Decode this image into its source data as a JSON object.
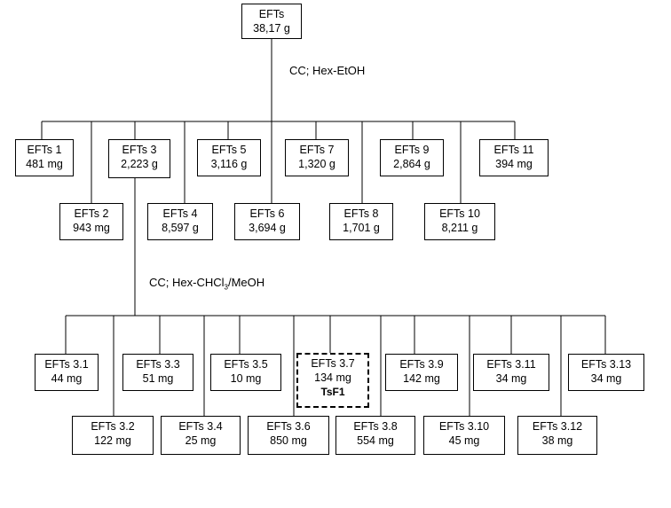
{
  "root": {
    "name": "EFTs",
    "mass": "38,17 g"
  },
  "step1": {
    "method": "CC; Hex-EtOH"
  },
  "step2": {
    "method_prefix": "CC; Hex-CHCl",
    "method_sub": "3",
    "method_suffix": "/MeOH"
  },
  "fractions": [
    {
      "name": "EFTs 1",
      "mass": "481 mg"
    },
    {
      "name": "EFTs 2",
      "mass": "943 mg"
    },
    {
      "name": "EFTs 3",
      "mass": "2,223 g"
    },
    {
      "name": "EFTs 4",
      "mass": "8,597 g"
    },
    {
      "name": "EFTs 5",
      "mass": "3,116 g"
    },
    {
      "name": "EFTs 6",
      "mass": "3,694 g"
    },
    {
      "name": "EFTs 7",
      "mass": "1,320 g"
    },
    {
      "name": "EFTs 8",
      "mass": "1,701 g"
    },
    {
      "name": "EFTs 9",
      "mass": "2,864 g"
    },
    {
      "name": "EFTs 10",
      "mass": "8,211 g"
    },
    {
      "name": "EFTs 11",
      "mass": "394 mg"
    }
  ],
  "subfractions": [
    {
      "name": "EFTs 3.1",
      "mass": "44 mg"
    },
    {
      "name": "EFTs 3.2",
      "mass": "122 mg"
    },
    {
      "name": "EFTs 3.3",
      "mass": "51 mg"
    },
    {
      "name": "EFTs 3.4",
      "mass": "25 mg"
    },
    {
      "name": "EFTs 3.5",
      "mass": "10 mg"
    },
    {
      "name": "EFTs 3.6",
      "mass": "850 mg"
    },
    {
      "name": "EFTs 3.7",
      "mass": "134 mg",
      "tag": "TsF1"
    },
    {
      "name": "EFTs 3.8",
      "mass": "554 mg"
    },
    {
      "name": "EFTs 3.9",
      "mass": "142 mg"
    },
    {
      "name": "EFTs 3.10",
      "mass": "45 mg"
    },
    {
      "name": "EFTs 3.11",
      "mass": "34 mg"
    },
    {
      "name": "EFTs 3.12",
      "mass": "38 mg"
    },
    {
      "name": "EFTs 3.13",
      "mass": "34 mg"
    }
  ]
}
